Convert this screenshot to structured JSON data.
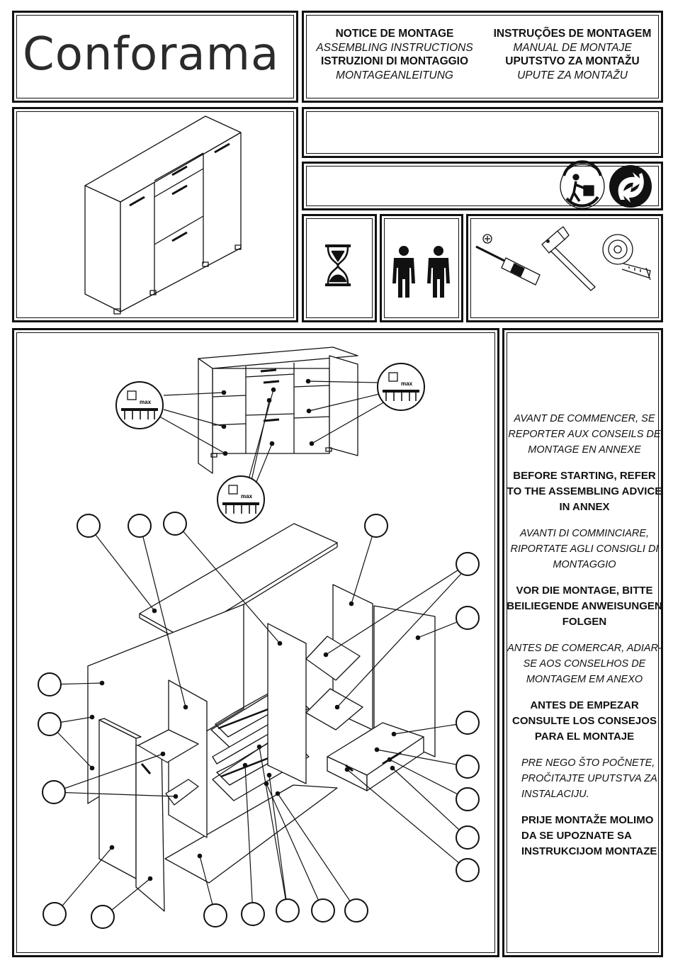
{
  "brand": {
    "name": "Conforama"
  },
  "header_titles": {
    "col1": [
      {
        "text": "NOTICE DE MONTAGE",
        "style": "b"
      },
      {
        "text": "ASSEMBLING INSTRUCTIONS",
        "style": "i"
      },
      {
        "text": "ISTRUZIONI DI MONTAGGIO",
        "style": "b"
      },
      {
        "text": "MONTAGEANLEITUNG",
        "style": "i"
      }
    ],
    "col2": [
      {
        "text": "INSTRUÇÕES DE MONTAGEM",
        "style": "b"
      },
      {
        "text": "MANUAL DE MONTAJE",
        "style": "i"
      },
      {
        "text": "UPUTSTVO ZA MONTAŽU",
        "style": "b"
      },
      {
        "text": "UPUTE ZA MONTAŽU",
        "style": "i"
      }
    ]
  },
  "weight_badge": {
    "label": "max"
  },
  "advice": [
    {
      "text": "AVANT DE COMMENCER, SE REPORTER AUX CONSEILS DE MONTAGE EN ANNEXE",
      "style": "i"
    },
    {
      "text": "BEFORE STARTING, REFER TO THE ASSEMBLING ADVICE IN ANNEX",
      "style": "b"
    },
    {
      "text": "AVANTI DI COMMINCIARE, RIPORTATE AGLI CONSIGLI DI MONTAGGIO",
      "style": "i"
    },
    {
      "text": "VOR DIE MONTAGE, BITTE BEILIEGENDE ANWEISUNGEN FOLGEN",
      "style": "b"
    },
    {
      "text": "ANTES DE COMERCAR, ADIAR-SE AOS CONSELHOS DE MONTAGEM EM ANEXO",
      "style": "i"
    },
    {
      "text": "ANTES DE EMPEZAR CONSULTE LOS CONSEJOS PARA EL MONTAJE",
      "style": "b"
    },
    {
      "text": "PRE NEGO ŠTO POČNETE, PROČITAJTE UPUTSTVA ZA INSTALACIJU.",
      "style": "i"
    },
    {
      "text": "PRIJE MONTAŽE MOLIMO DA SE UPOZNATE SA INSTRUKCIJOM MONTAZE",
      "style": "b"
    }
  ],
  "icons": {
    "time": "hourglass-icon",
    "persons": "two-persons-icon",
    "tools": [
      "screwdriver-icon",
      "hammer-icon",
      "tape-measure-icon"
    ],
    "recycling": [
      "recycle-person-icon",
      "green-dot-icon"
    ]
  }
}
